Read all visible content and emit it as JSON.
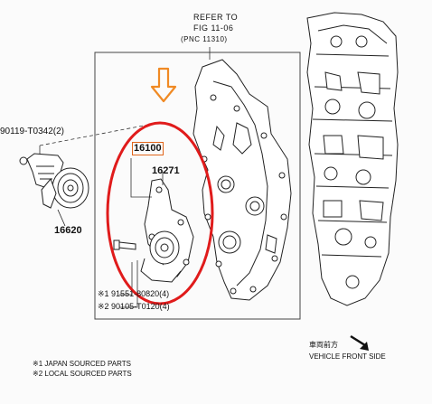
{
  "refer": {
    "line1": "REFER TO",
    "line2": "FIG 11-06",
    "line3": "(PNC 11310)"
  },
  "parts": {
    "bolt_tensioner": "90119-T0342(2)",
    "tensioner": "16620",
    "pump_assy": "16100",
    "gasket": "16271",
    "bolt_pump_1": "※1 91551-80820(4)",
    "bolt_pump_2": "※2 90105-T0120(4)"
  },
  "direction": {
    "jp": "車両前方",
    "en": "VEHICLE FRONT SIDE"
  },
  "footnotes": {
    "n1": "※1 JAPAN SOURCED PARTS",
    "n2": "※2 LOCAL SOURCED PARTS"
  },
  "colors": {
    "highlight_circle": "#e01b1b",
    "arrow": "#f08a24",
    "box": "#e0651a",
    "line": "#222222"
  }
}
